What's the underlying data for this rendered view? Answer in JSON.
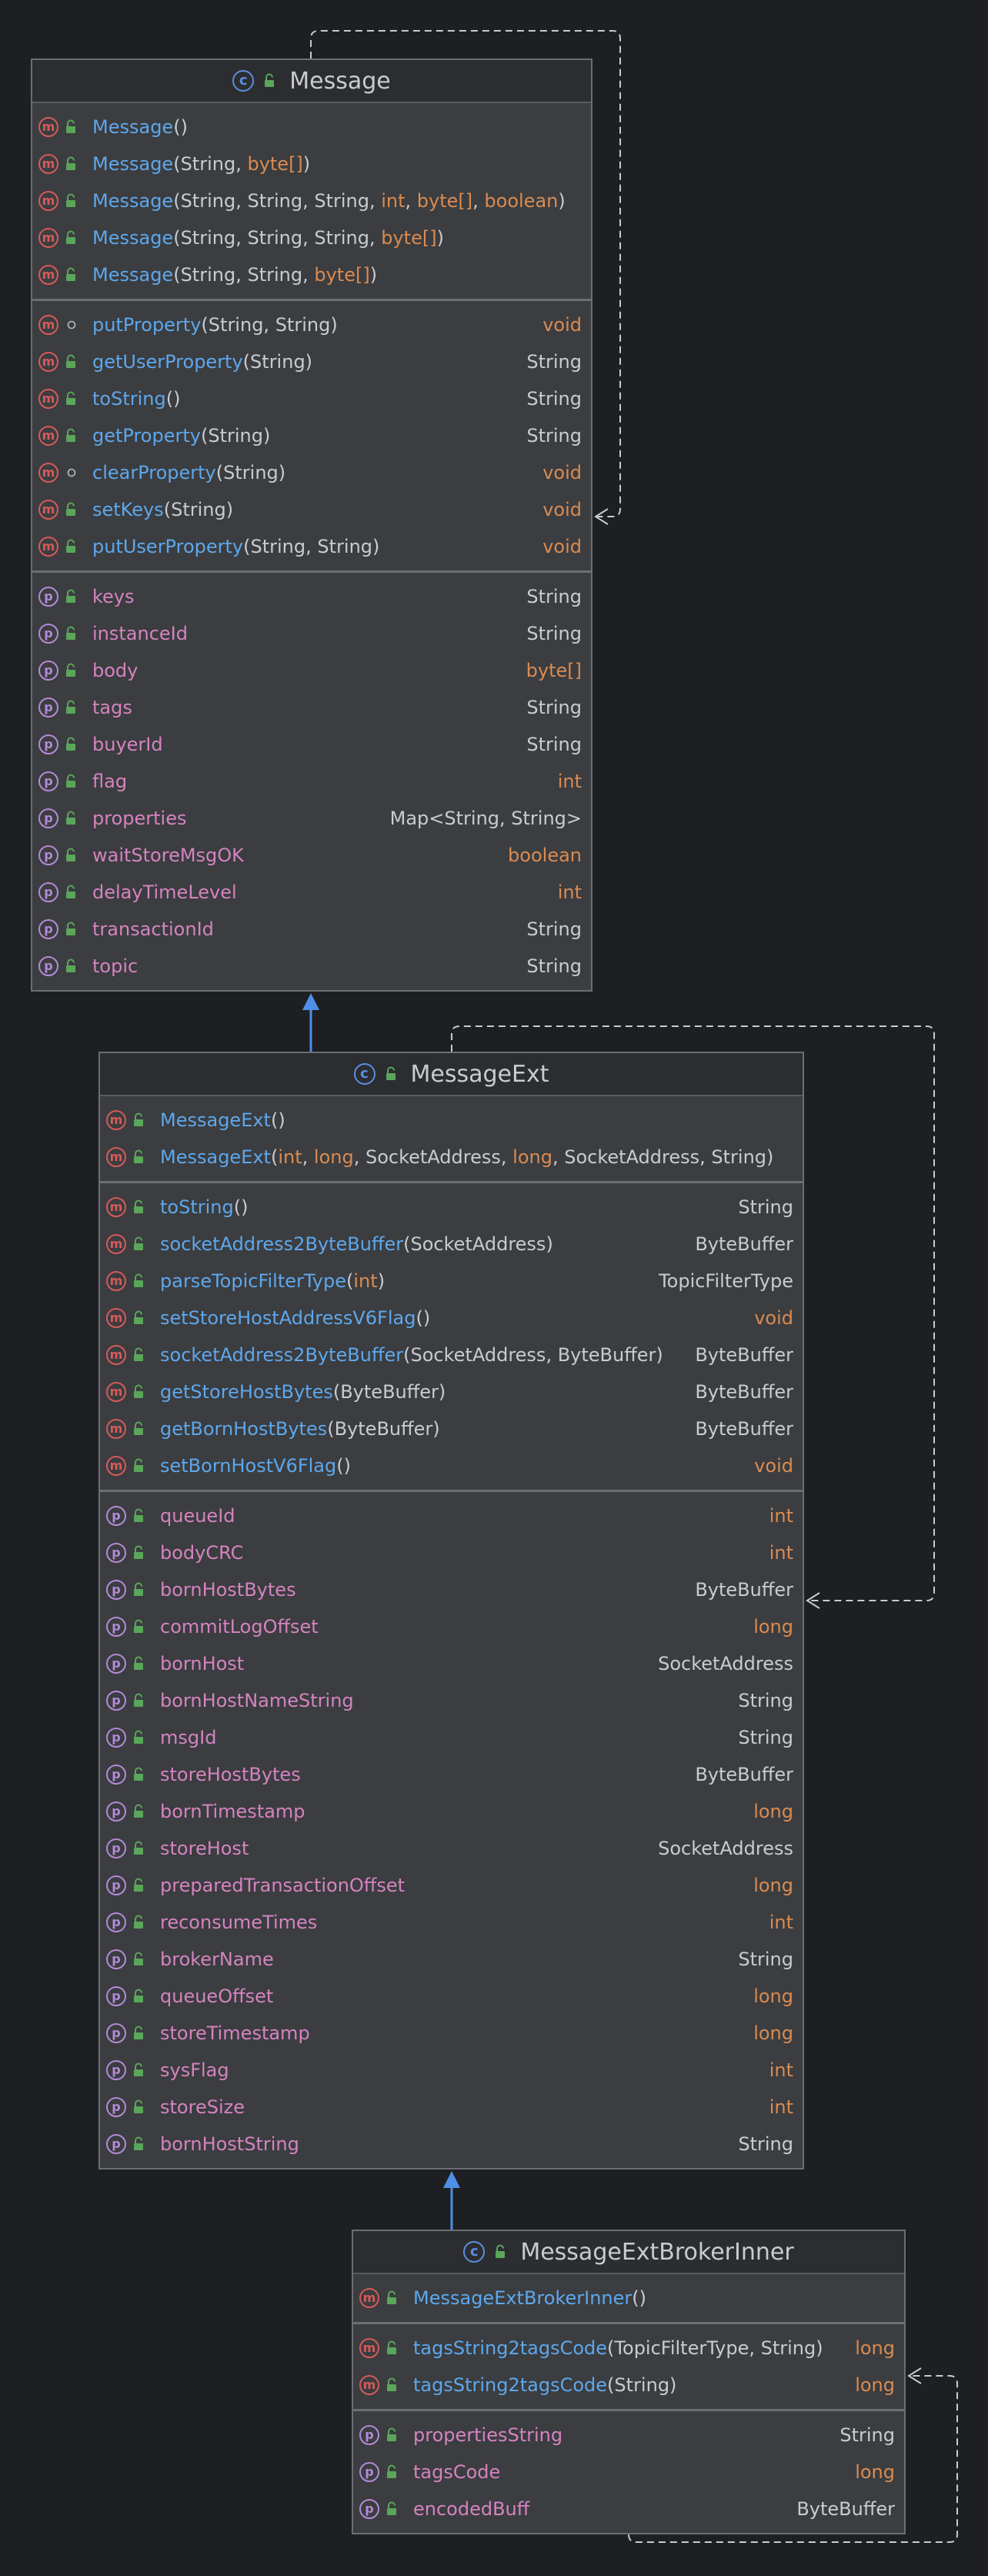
{
  "colors": {
    "background": "#1e1f22",
    "class_box": "#3b3d40",
    "method_name": "#5ea7ec",
    "field_name": "#d583c0",
    "keyword": "#d98b52",
    "plain_text": "#c9cbd0",
    "inheritance_arrow": "#4f8fe6"
  },
  "icons": {
    "class": "class-c-icon",
    "method": "method-m-icon",
    "property": "property-p-icon",
    "public": "unlock-icon",
    "package_private": "circle-dot-icon"
  },
  "classes": [
    {
      "id": "message",
      "name": "Message",
      "constructors": [
        {
          "name": "Message",
          "params": []
        },
        {
          "name": "Message",
          "params": [
            {
              "t": "String",
              "kw": false
            },
            {
              "t": "byte[]",
              "kw": true
            }
          ]
        },
        {
          "name": "Message",
          "params": [
            {
              "t": "String",
              "kw": false
            },
            {
              "t": "String",
              "kw": false
            },
            {
              "t": "String",
              "kw": false
            },
            {
              "t": "int",
              "kw": true
            },
            {
              "t": "byte[]",
              "kw": true
            },
            {
              "t": "boolean",
              "kw": true
            }
          ]
        },
        {
          "name": "Message",
          "params": [
            {
              "t": "String",
              "kw": false
            },
            {
              "t": "String",
              "kw": false
            },
            {
              "t": "String",
              "kw": false
            },
            {
              "t": "byte[]",
              "kw": true
            }
          ]
        },
        {
          "name": "Message",
          "params": [
            {
              "t": "String",
              "kw": false
            },
            {
              "t": "String",
              "kw": false
            },
            {
              "t": "byte[]",
              "kw": true
            }
          ]
        }
      ],
      "methods": [
        {
          "name": "putProperty",
          "vis": "package",
          "params": [
            {
              "t": "String",
              "kw": false
            },
            {
              "t": "String",
              "kw": false
            }
          ],
          "ret": "void",
          "retkw": true
        },
        {
          "name": "getUserProperty",
          "vis": "public",
          "params": [
            {
              "t": "String",
              "kw": false
            }
          ],
          "ret": "String",
          "retkw": false
        },
        {
          "name": "toString",
          "vis": "public",
          "params": [],
          "ret": "String",
          "retkw": false
        },
        {
          "name": "getProperty",
          "vis": "public",
          "params": [
            {
              "t": "String",
              "kw": false
            }
          ],
          "ret": "String",
          "retkw": false
        },
        {
          "name": "clearProperty",
          "vis": "package",
          "params": [
            {
              "t": "String",
              "kw": false
            }
          ],
          "ret": "void",
          "retkw": true
        },
        {
          "name": "setKeys",
          "vis": "public",
          "params": [
            {
              "t": "String",
              "kw": false
            }
          ],
          "ret": "void",
          "retkw": true
        },
        {
          "name": "putUserProperty",
          "vis": "public",
          "params": [
            {
              "t": "String",
              "kw": false
            },
            {
              "t": "String",
              "kw": false
            }
          ],
          "ret": "void",
          "retkw": true
        }
      ],
      "fields": [
        {
          "name": "keys",
          "type": "String",
          "kw": false
        },
        {
          "name": "instanceId",
          "type": "String",
          "kw": false
        },
        {
          "name": "body",
          "type": "byte[]",
          "kw": true
        },
        {
          "name": "tags",
          "type": "String",
          "kw": false
        },
        {
          "name": "buyerId",
          "type": "String",
          "kw": false
        },
        {
          "name": "flag",
          "type": "int",
          "kw": true
        },
        {
          "name": "properties",
          "type": "Map<String, String>",
          "kw": false
        },
        {
          "name": "waitStoreMsgOK",
          "type": "boolean",
          "kw": true
        },
        {
          "name": "delayTimeLevel",
          "type": "int",
          "kw": true
        },
        {
          "name": "transactionId",
          "type": "String",
          "kw": false
        },
        {
          "name": "topic",
          "type": "String",
          "kw": false
        }
      ]
    },
    {
      "id": "message-ext",
      "name": "MessageExt",
      "constructors": [
        {
          "name": "MessageExt",
          "params": []
        },
        {
          "name": "MessageExt",
          "params": [
            {
              "t": "int",
              "kw": true
            },
            {
              "t": "long",
              "kw": true
            },
            {
              "t": "SocketAddress",
              "kw": false
            },
            {
              "t": "long",
              "kw": true
            },
            {
              "t": "SocketAddress",
              "kw": false
            },
            {
              "t": "String",
              "kw": false
            }
          ]
        }
      ],
      "methods": [
        {
          "name": "toString",
          "vis": "public",
          "params": [],
          "ret": "String",
          "retkw": false
        },
        {
          "name": "socketAddress2ByteBuffer",
          "vis": "public",
          "params": [
            {
              "t": "SocketAddress",
              "kw": false
            }
          ],
          "ret": "ByteBuffer",
          "retkw": false
        },
        {
          "name": "parseTopicFilterType",
          "vis": "public",
          "params": [
            {
              "t": "int",
              "kw": true
            }
          ],
          "ret": "TopicFilterType",
          "retkw": false
        },
        {
          "name": "setStoreHostAddressV6Flag",
          "vis": "public",
          "params": [],
          "ret": "void",
          "retkw": true
        },
        {
          "name": "socketAddress2ByteBuffer",
          "vis": "public",
          "params": [
            {
              "t": "SocketAddress",
              "kw": false
            },
            {
              "t": "ByteBuffer",
              "kw": false
            }
          ],
          "ret": "ByteBuffer",
          "retkw": false
        },
        {
          "name": "getStoreHostBytes",
          "vis": "public",
          "params": [
            {
              "t": "ByteBuffer",
              "kw": false
            }
          ],
          "ret": "ByteBuffer",
          "retkw": false
        },
        {
          "name": "getBornHostBytes",
          "vis": "public",
          "params": [
            {
              "t": "ByteBuffer",
              "kw": false
            }
          ],
          "ret": "ByteBuffer",
          "retkw": false
        },
        {
          "name": "setBornHostV6Flag",
          "vis": "public",
          "params": [],
          "ret": "void",
          "retkw": true
        }
      ],
      "fields": [
        {
          "name": "queueId",
          "type": "int",
          "kw": true
        },
        {
          "name": "bodyCRC",
          "type": "int",
          "kw": true
        },
        {
          "name": "bornHostBytes",
          "type": "ByteBuffer",
          "kw": false
        },
        {
          "name": "commitLogOffset",
          "type": "long",
          "kw": true
        },
        {
          "name": "bornHost",
          "type": "SocketAddress",
          "kw": false
        },
        {
          "name": "bornHostNameString",
          "type": "String",
          "kw": false
        },
        {
          "name": "msgId",
          "type": "String",
          "kw": false
        },
        {
          "name": "storeHostBytes",
          "type": "ByteBuffer",
          "kw": false
        },
        {
          "name": "bornTimestamp",
          "type": "long",
          "kw": true
        },
        {
          "name": "storeHost",
          "type": "SocketAddress",
          "kw": false
        },
        {
          "name": "preparedTransactionOffset",
          "type": "long",
          "kw": true
        },
        {
          "name": "reconsumeTimes",
          "type": "int",
          "kw": true
        },
        {
          "name": "brokerName",
          "type": "String",
          "kw": false
        },
        {
          "name": "queueOffset",
          "type": "long",
          "kw": true
        },
        {
          "name": "storeTimestamp",
          "type": "long",
          "kw": true
        },
        {
          "name": "sysFlag",
          "type": "int",
          "kw": true
        },
        {
          "name": "storeSize",
          "type": "int",
          "kw": true
        },
        {
          "name": "bornHostString",
          "type": "String",
          "kw": false
        }
      ]
    },
    {
      "id": "message-ext-broker-inner",
      "name": "MessageExtBrokerInner",
      "constructors": [
        {
          "name": "MessageExtBrokerInner",
          "params": []
        }
      ],
      "methods": [
        {
          "name": "tagsString2tagsCode",
          "vis": "public",
          "params": [
            {
              "t": "TopicFilterType",
              "kw": false
            },
            {
              "t": "String",
              "kw": false
            }
          ],
          "ret": "long",
          "retkw": true
        },
        {
          "name": "tagsString2tagsCode",
          "vis": "public",
          "params": [
            {
              "t": "String",
              "kw": false
            }
          ],
          "ret": "long",
          "retkw": true
        }
      ],
      "fields": [
        {
          "name": "propertiesString",
          "type": "String",
          "kw": false
        },
        {
          "name": "tagsCode",
          "type": "long",
          "kw": true
        },
        {
          "name": "encodedBuff",
          "type": "ByteBuffer",
          "kw": false
        }
      ]
    }
  ],
  "relations": [
    {
      "type": "inheritance",
      "from": "message-ext",
      "to": "message"
    },
    {
      "type": "inheritance",
      "from": "message-ext-broker-inner",
      "to": "message-ext"
    },
    {
      "type": "self-dependency",
      "class": "message"
    },
    {
      "type": "self-dependency",
      "class": "message-ext"
    },
    {
      "type": "self-dependency",
      "class": "message-ext-broker-inner"
    }
  ]
}
